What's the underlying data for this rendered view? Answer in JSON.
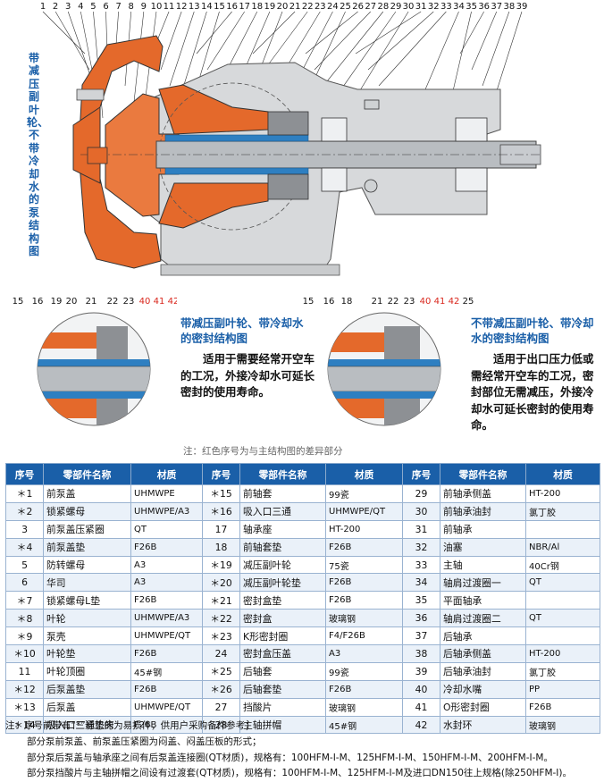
{
  "top_callouts": [
    "1",
    "2",
    "3",
    "4",
    "5",
    "6",
    "7",
    "8",
    "9",
    "10",
    "11",
    "12",
    "13",
    "14",
    "15",
    "16",
    "17",
    "18",
    "19",
    "20",
    "21",
    "22",
    "23",
    "24",
    "25",
    "26",
    "27",
    "28",
    "29",
    "30",
    "31",
    "32",
    "33",
    "34",
    "35",
    "36",
    "37",
    "38",
    "39"
  ],
  "main_title_vertical": "带减压副叶轮、不带冷却水的泵结构图",
  "left_detail": {
    "labels_black": [
      "15",
      "16",
      "19",
      "20",
      "21",
      "22",
      "23"
    ],
    "labels_red": [
      "40",
      "41",
      "42"
    ],
    "title": "带减压副叶轮、带冷却水的密封结构图",
    "description": "适用于需要经常开空车的工况，外接冷却水可延长密封的使用寿命。"
  },
  "right_detail": {
    "labels_black": [
      "15",
      "16",
      "18",
      "21",
      "22",
      "23"
    ],
    "labels_red": [
      "40",
      "41",
      "42"
    ],
    "label_last": "25",
    "title": "不带减压副叶轮、带冷却水的密封结构图",
    "description": "适用于出口压力低或需经常开空车的工况，密封部位无需减压，外接冷却水可延长密封的使用寿命。"
  },
  "note": "注：红色序号为与主结构图的差异部分",
  "table": {
    "headers": [
      "序号",
      "零部件名称",
      "材质",
      "序号",
      "零部件名称",
      "材质",
      "序号",
      "零部件名称",
      "材质"
    ],
    "rows": [
      [
        "＊1",
        "前泵盖",
        "UHMWPE",
        "＊15",
        "前轴套",
        "99瓷",
        "29",
        "前轴承侧盖",
        "HT-200"
      ],
      [
        "＊2",
        "锁紧螺母",
        "UHMWPE/A3",
        "＊16",
        "吸入口三通",
        "UHMWPE/QT",
        "30",
        "前轴承油封",
        "氯丁胶"
      ],
      [
        "3",
        "前泵盖压紧圈",
        "QT",
        "17",
        "轴承座",
        "HT-200",
        "31",
        "前轴承",
        ""
      ],
      [
        "＊4",
        "前泵盖垫",
        "F26B",
        "18",
        "前轴套垫",
        "F26B",
        "32",
        "油塞",
        "NBR/Al"
      ],
      [
        "5",
        "防转螺母",
        "A3",
        "＊19",
        "减压副叶轮",
        "75瓷",
        "33",
        "主轴",
        "40Cr钢"
      ],
      [
        "6",
        "华司",
        "A3",
        "＊20",
        "减压副叶轮垫",
        "F26B",
        "34",
        "轴肩过渡圈一",
        "QT"
      ],
      [
        "＊7",
        "锁紧螺母L垫",
        "F26B",
        "＊21",
        "密封盒垫",
        "F26B",
        "35",
        "平面轴承",
        ""
      ],
      [
        "＊8",
        "叶轮",
        "UHMWPE/A3",
        "＊22",
        "密封盒",
        "玻璃钢",
        "36",
        "轴肩过渡圈二",
        "QT"
      ],
      [
        "＊9",
        "泵壳",
        "UHMWPE/QT",
        "＊23",
        "K形密封圈",
        "F4/F26B",
        "37",
        "后轴承",
        ""
      ],
      [
        "＊10",
        "叶轮垫",
        "F26B",
        "24",
        "密封盒压盖",
        "A3",
        "38",
        "后轴承侧盖",
        "HT-200"
      ],
      [
        "11",
        "叶轮顶圈",
        "45#钢",
        "＊25",
        "后轴套",
        "99瓷",
        "39",
        "后轴承油封",
        "氯丁胶"
      ],
      [
        "＊12",
        "后泵盖垫",
        "F26B",
        "＊26",
        "后轴套垫",
        "F26B",
        "40",
        "冷却水嘴",
        "PP"
      ],
      [
        "＊13",
        "后泵盖",
        "UHMWPE/QT",
        "27",
        "挡酸片",
        "玻璃钢",
        "41",
        "O形密封圈",
        "F26B"
      ],
      [
        "＊14",
        "吸入口三通垫床",
        "F26B",
        "28",
        "主轴拼帽",
        "45#钢",
        "42",
        "水封环",
        "玻璃钢"
      ]
    ]
  },
  "footnotes": [
    "注：序号前带有“*”标志的为易损件，供用户采购备件参考；",
    "部分泵前泵盖、前泵盖压紧圈为闷盖、闷盖压板的形式；",
    "部分泵后泵盖与轴承座之间有后泵盖连接圈(QT材质)，规格有：100HFM-Ⅰ-M、125HFM-Ⅰ-M、150HFM-Ⅰ-M、200HFM-Ⅰ-M。",
    "部分泵挡酸片与主轴拼帽之间设有过渡套(QT材质)，规格有：100HFM-Ⅰ-M、125HFM-Ⅰ-M及进口DN150往上规格(除250HFM-Ⅰ)。"
  ],
  "colors": {
    "accent_blue": "#1a5fa8",
    "impeller_orange": "#e4692b",
    "shaft_gray": "#b9bdc1",
    "sleeve_blue": "#2e7fc1",
    "red_label": "#d9261c"
  }
}
